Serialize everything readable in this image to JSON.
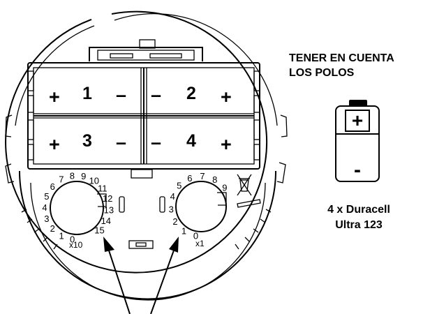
{
  "slots": [
    {
      "number": "1",
      "left_pole": "+",
      "right_pole": "–"
    },
    {
      "number": "2",
      "left_pole": "–",
      "right_pole": "+"
    },
    {
      "number": "3",
      "left_pole": "+",
      "right_pole": "–"
    },
    {
      "number": "4",
      "left_pole": "–",
      "right_pole": "+"
    }
  ],
  "dial_x10": {
    "caption": "x10",
    "numbers": [
      "0",
      "1",
      "2",
      "3",
      "4",
      "5",
      "6",
      "7",
      "8",
      "9",
      "10",
      "11",
      "12",
      "13",
      "14",
      "15"
    ]
  },
  "dial_x1": {
    "caption": "x1",
    "numbers": [
      "0",
      "1",
      "2",
      "3",
      "4",
      "5",
      "6",
      "7",
      "8",
      "9"
    ]
  },
  "polarity_note": {
    "line1": "TENER EN CUENTA",
    "line2": "LOS POLOS"
  },
  "battery_icon": {
    "plus": "+",
    "minus": "-"
  },
  "battery_spec": {
    "line1": "4 x Duracell",
    "line2": "Ultra 123"
  }
}
